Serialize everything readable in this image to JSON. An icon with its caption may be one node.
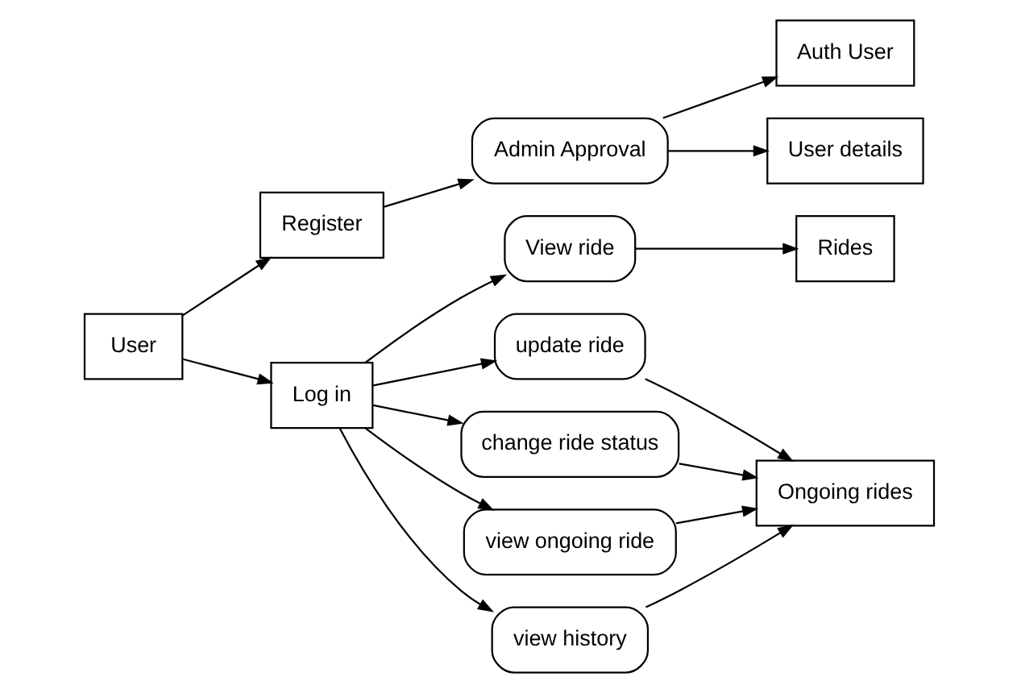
{
  "diagram": {
    "nodes": [
      {
        "text": [
          "User"
        ]
      },
      {
        "text": [
          "Register"
        ]
      },
      {
        "text": [
          "Admin Approval"
        ]
      },
      {
        "text": [
          "Auth User"
        ]
      },
      {
        "text": [
          "User details"
        ]
      },
      {
        "text": [
          "Log in"
        ]
      },
      {
        "text": [
          "View ride"
        ]
      },
      {
        "text": [
          "Rides"
        ]
      },
      {
        "text": [
          "update ride"
        ]
      },
      {
        "text": [
          "change ride status"
        ]
      },
      {
        "text": [
          "view ongoing ride"
        ]
      },
      {
        "text": [
          "view history"
        ]
      },
      {
        "text": [
          "Ongoing rides"
        ]
      }
    ],
    "edges": [
      {
        "from": 0,
        "to": 1,
        "arrow": "to"
      },
      {
        "from": 0,
        "to": 5,
        "arrow": "to"
      },
      {
        "from": 1,
        "to": 2,
        "arrow": "to"
      },
      {
        "from": 2,
        "to": 3,
        "arrow": "to"
      },
      {
        "from": 2,
        "to": 4,
        "arrow": "to"
      },
      {
        "from": 5,
        "to": 6,
        "arrow": "to"
      },
      {
        "from": 5,
        "to": 8,
        "arrow": "to"
      },
      {
        "from": 5,
        "to": 9,
        "arrow": "to"
      },
      {
        "from": 5,
        "to": 10,
        "arrow": "to"
      },
      {
        "from": 5,
        "to": 11,
        "arrow": "to"
      },
      {
        "from": 6,
        "to": 7,
        "arrow": "to"
      },
      {
        "from": 8,
        "to": 12,
        "arrow": "to"
      },
      {
        "from": 9,
        "to": 12,
        "arrow": "to"
      },
      {
        "from": 10,
        "to": 12,
        "arrow": "to"
      },
      {
        "from": 11,
        "to": 12,
        "arrow": "to"
      }
    ]
  }
}
